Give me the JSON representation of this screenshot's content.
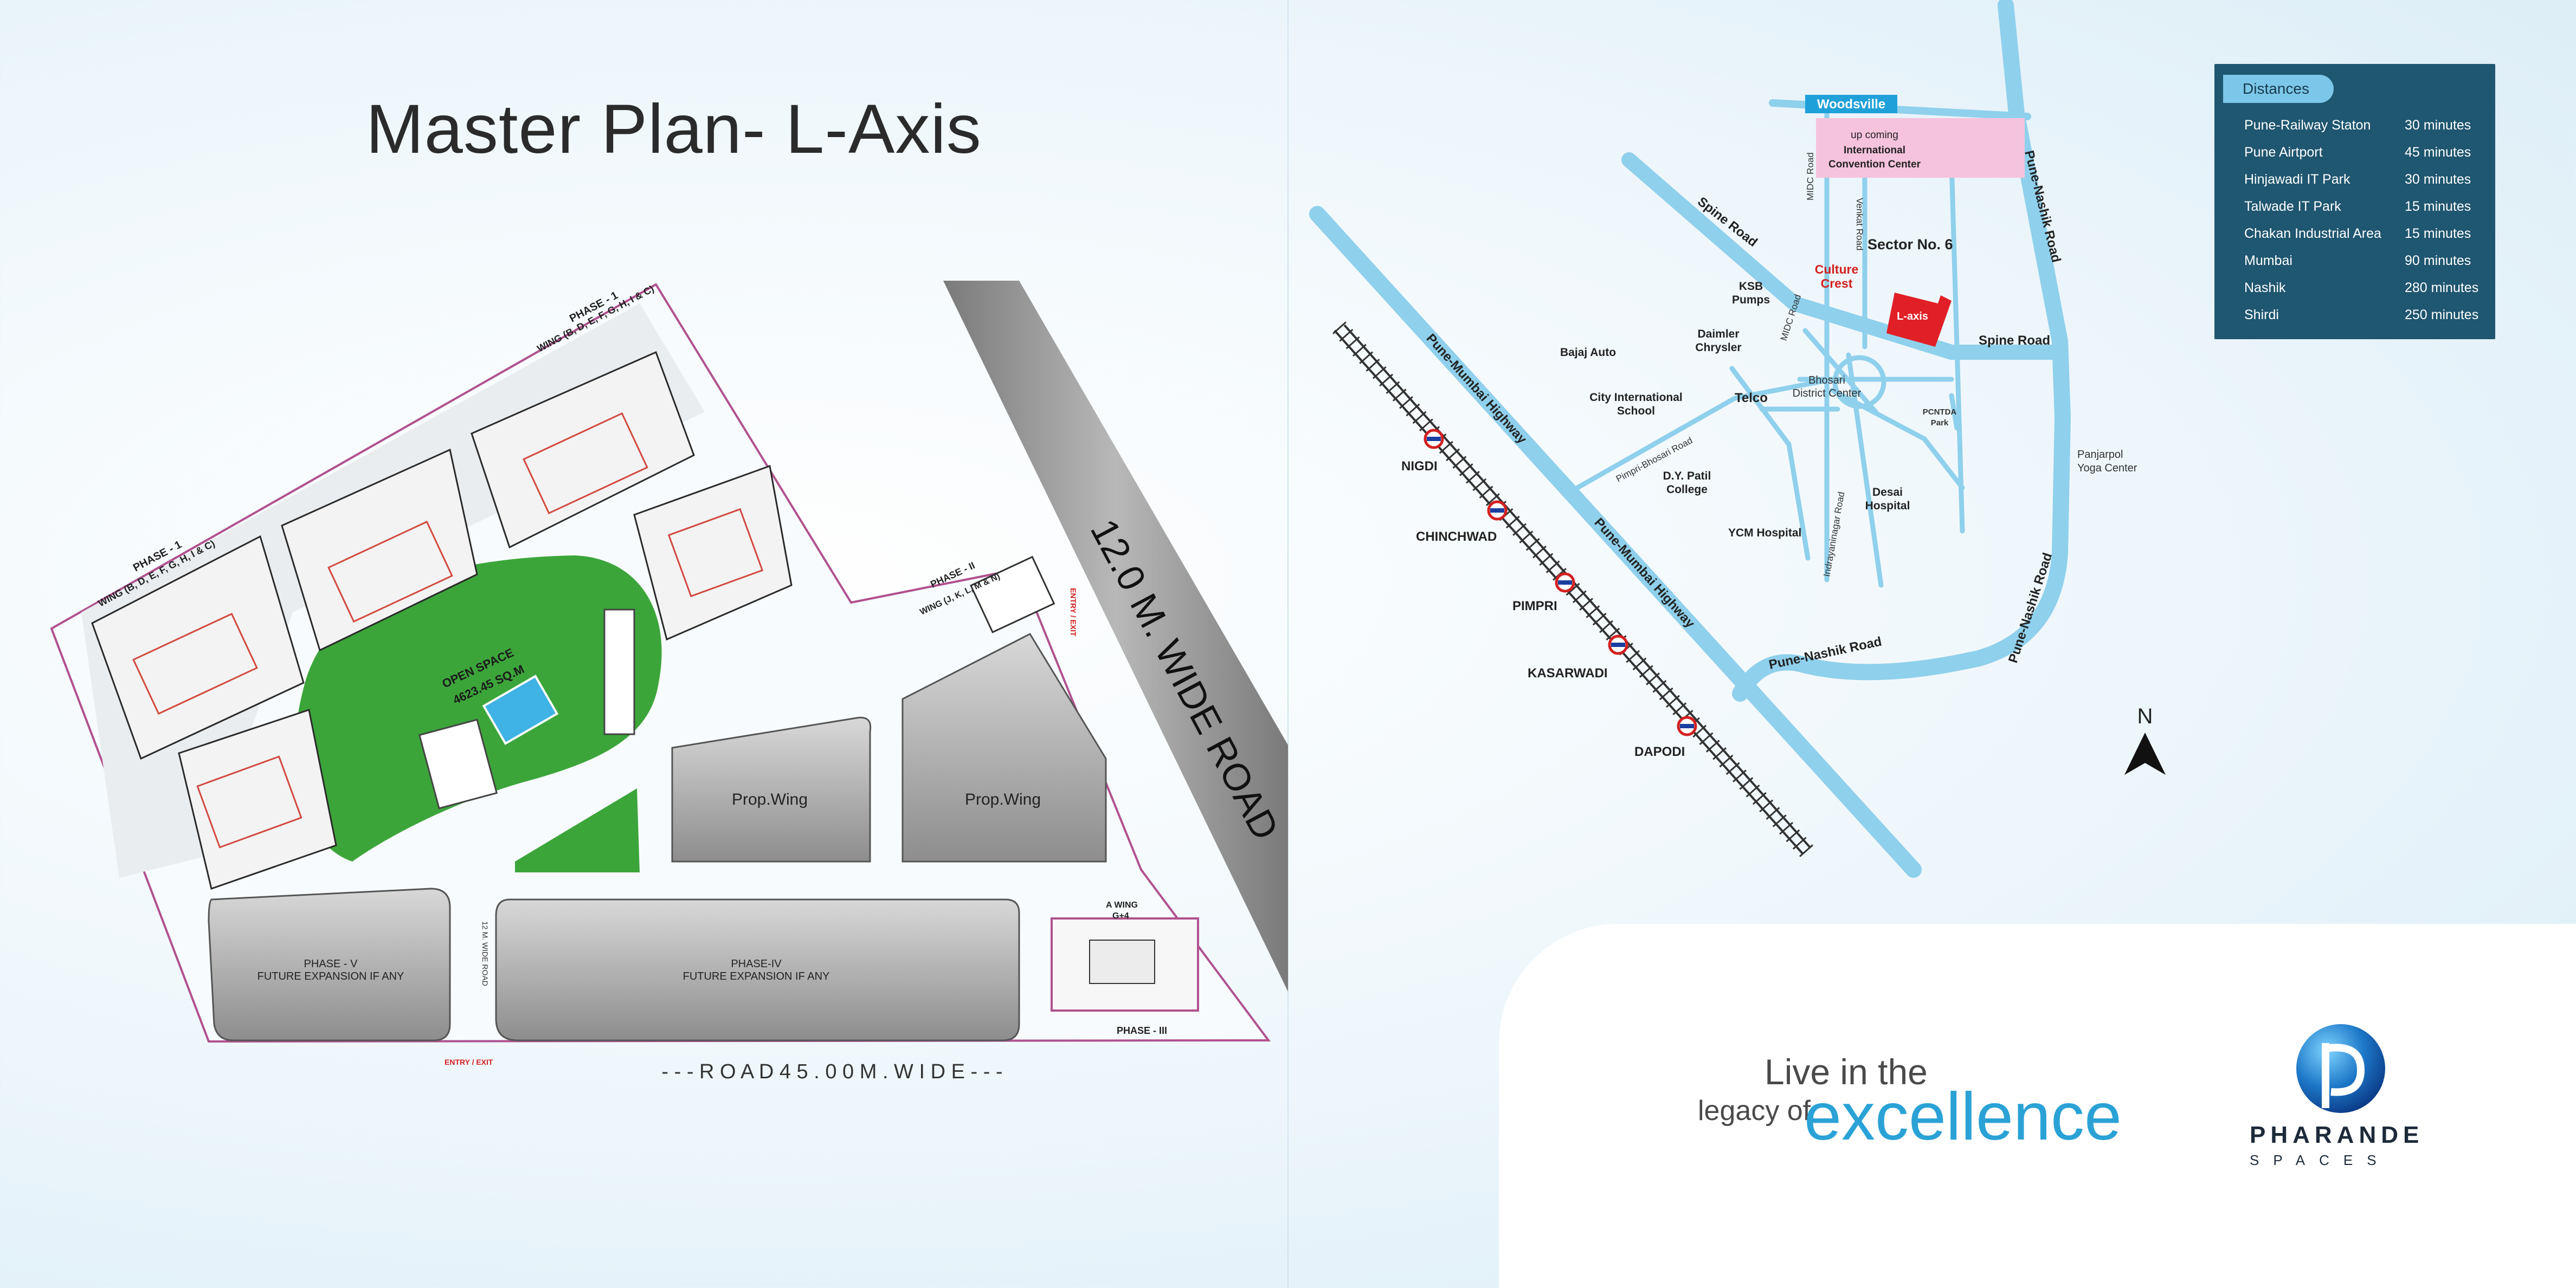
{
  "title": "Master Plan- L-Axis",
  "master_plan": {
    "road_wide_12": "12.0 M. WIDE ROAD",
    "road_45": "- - -   R O A D   4 5 . 0 0   M .   W I D E   - - -",
    "phase1_wing_a": "PHASE - 1",
    "phase1_wing_a2": "WING (B, D, E, F, G, H, I & C)",
    "phase1_wing_b": "PHASE - 1",
    "phase1_wing_b2": "WING (B, D, E, F, G, H, I & C)",
    "phase2": "PHASE - II",
    "phase2b": "WING (J, K, L, M & N)",
    "phase3": "PHASE - III",
    "phase3_wing": "A WING",
    "phase3_wing2": "G+4",
    "phase4": "PHASE-IV",
    "phase4b": "FUTURE EXPANSION IF ANY",
    "phase5": "PHASE - V",
    "phase5b": "FUTURE EXPANSION IF ANY",
    "open_space": "OPEN SPACE",
    "open_space2": "4623.45 SQ.M",
    "prop_wing_1": "Prop.Wing",
    "prop_wing_2": "Prop.Wing",
    "entry_exit_1": "ENTRY / EXIT",
    "entry_exit_2": "ENTRY / EXIT",
    "wide_road_9": "12 M. WIDE ROAD"
  },
  "location_map": {
    "woodsville": "Woodsville",
    "convention1": "up coming",
    "convention2": "International",
    "convention3": "Convention Center",
    "spine_road_1": "Spine Road",
    "spine_road_2": "Spine Road",
    "pune_nashik_road_1": "Pune-Nashik Road",
    "pune_nashik_road_2": "Pune-Nashik Road",
    "pune_nashik_road_3": "Pune-Nashik Road",
    "pune_mumbai_hw_1": "Pune-Mumbai Highway",
    "pune_mumbai_hw_2": "Pune-Mumbai Highway",
    "midc_road_1": "MIDC Road",
    "midc_road_2": "MIDC Road",
    "venkat_road": "Venkat Road",
    "pimpri_bhosari": "Pimpri-Bhosari Road",
    "indrayaninagar": "Indrayaninagar Road",
    "sector6": "Sector No. 6",
    "culture_crest1": "Culture",
    "culture_crest2": "Crest",
    "l_axis": "L-axis",
    "ksb1": "KSB",
    "ksb2": "Pumps",
    "daimler1": "Daimler",
    "daimler2": "Chrysler",
    "bajaj": "Bajaj Auto",
    "cis1": "City International",
    "cis2": "School",
    "telco": "Telco",
    "bhosari1": "Bhosari",
    "bhosari2": "District Center",
    "pcntda1": "PCNTDA",
    "pcntda2": "Park",
    "dypatil1": "D.Y. Patil",
    "dypatil2": "College",
    "ycm": "YCM Hospital",
    "desai1": "Desai",
    "desai2": "Hospital",
    "panjarpol1": "Panjarpol",
    "panjarpol2": "Yoga Center",
    "nigdi": "NIGDI",
    "chinchwad": "CHINCHWAD",
    "pimpri": "PIMPRI",
    "kasarwadi": "KASARWADI",
    "dapodi": "DAPODI",
    "north": "N"
  },
  "distances": {
    "heading": "Distances",
    "rows": [
      {
        "name": "Pune-Railway Staton",
        "time": "30 minutes"
      },
      {
        "name": "Pune Airtport",
        "time": "45 minutes"
      },
      {
        "name": "Hinjawadi IT Park",
        "time": "30 minutes"
      },
      {
        "name": "Talwade IT Park",
        "time": "15  minutes"
      },
      {
        "name": "Chakan Industrial Area",
        "time": "15 minutes"
      },
      {
        "name": "Mumbai",
        "time": "90 minutes"
      },
      {
        "name": "Nashik",
        "time": "280 minutes"
      },
      {
        "name": "Shirdi",
        "time": "250 minutes"
      }
    ]
  },
  "tagline": {
    "line1": "Live in the",
    "line2": "legacy of",
    "line3": "excellence"
  },
  "brand": {
    "name": "PHARANDE",
    "sub": "SPACES"
  },
  "colors": {
    "road_blue": "#8fd0ec",
    "lawn_green": "#3ca53a",
    "panel_navy": "#1f5670",
    "l_axis_red": "#e11f26",
    "convention_pink": "#f6c3dc",
    "accent_blue": "#2aa2d6"
  }
}
